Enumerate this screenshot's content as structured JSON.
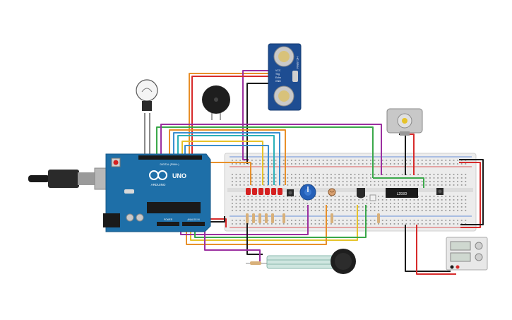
{
  "arduino": {
    "brand_label": "ARDUINO",
    "model_label": "UNO",
    "digital_header_label": "DIGITAL (PWM~)",
    "power_header_label": "POWER",
    "analog_header_label": "ANALOG IN"
  },
  "ultrasonic_sensor": {
    "model_label": "HC-SR04",
    "pin_labels": [
      "VCC",
      "Trig",
      "Echo",
      "GND"
    ]
  },
  "motor_driver": {
    "chip_label": "L293D"
  },
  "colors": {
    "board": "#1e6fa8",
    "breadboard": "#ebebeb",
    "wire_red": "#d72b2b",
    "wire_black": "#1a1a1a",
    "wire_orange": "#e8902a",
    "wire_yellow": "#e6c32a",
    "wire_green": "#3aa84a",
    "wire_purple": "#9b2fa0",
    "wire_blue": "#3a8fd0",
    "wire_teal": "#2ab0b8",
    "led_red": "#d52020",
    "potentiometer": "#2560b8"
  }
}
